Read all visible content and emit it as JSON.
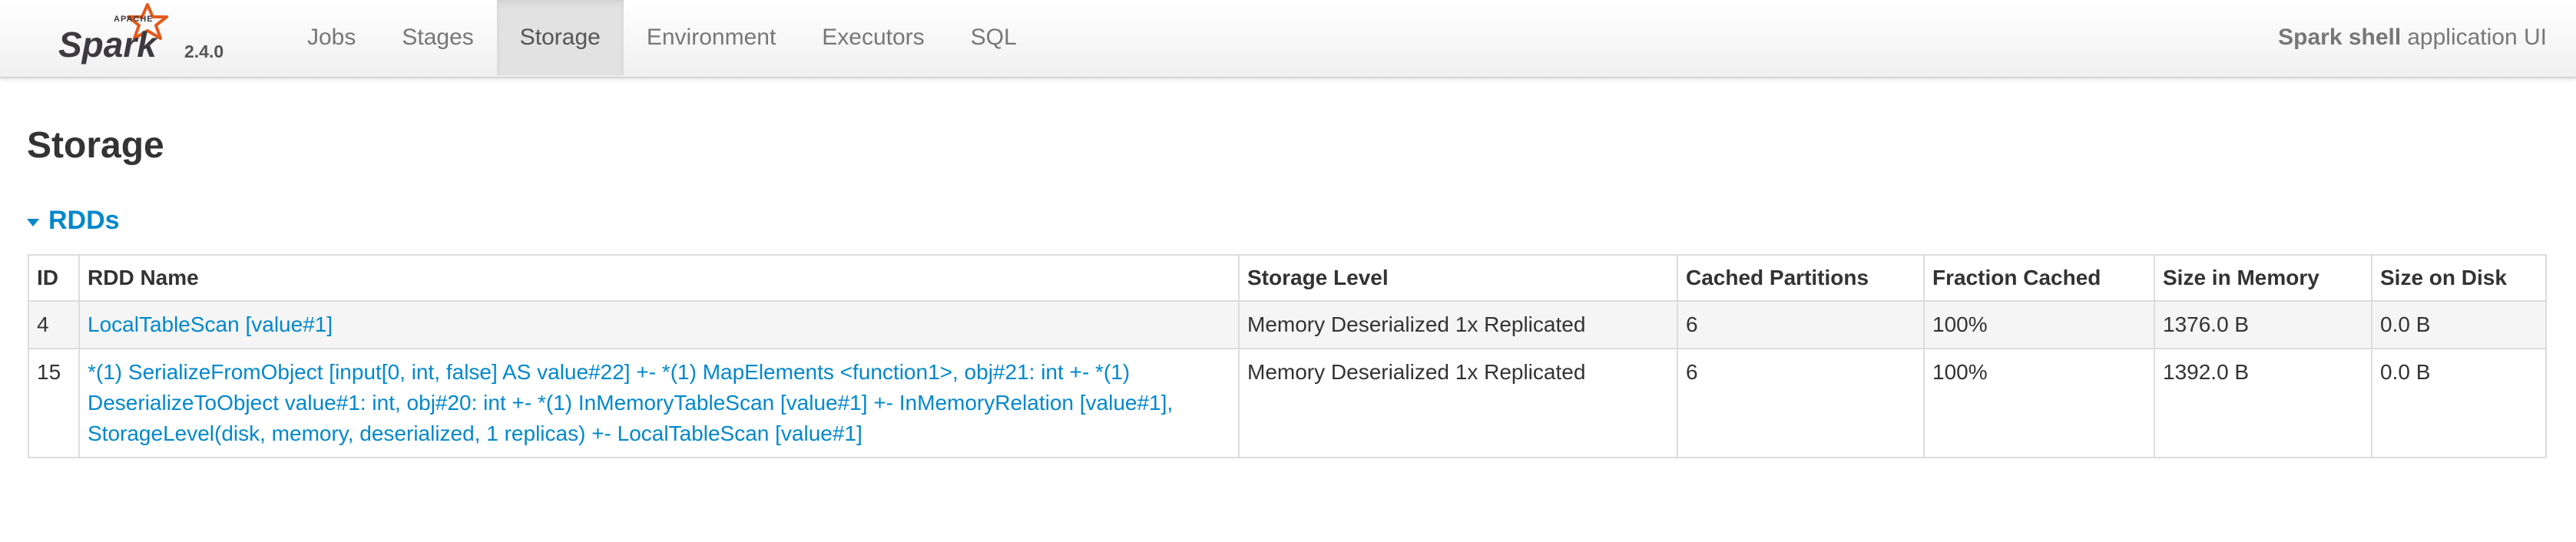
{
  "brand": {
    "logo_text": "Spark",
    "logo_subtext": "APACHE",
    "version": "2.4.0"
  },
  "nav": {
    "items": [
      {
        "label": "Jobs",
        "active": false
      },
      {
        "label": "Stages",
        "active": false
      },
      {
        "label": "Storage",
        "active": true
      },
      {
        "label": "Environment",
        "active": false
      },
      {
        "label": "Executors",
        "active": false
      },
      {
        "label": "SQL",
        "active": false
      }
    ]
  },
  "app": {
    "name": "Spark shell",
    "suffix": "application UI"
  },
  "page": {
    "title": "Storage",
    "section_label": "RDDs"
  },
  "table": {
    "headers": [
      "ID",
      "RDD Name",
      "Storage Level",
      "Cached Partitions",
      "Fraction Cached",
      "Size in Memory",
      "Size on Disk"
    ],
    "rows": [
      {
        "id": "4",
        "name": "LocalTableScan [value#1]",
        "storage_level": "Memory Deserialized 1x Replicated",
        "cached_partitions": "6",
        "fraction_cached": "100%",
        "size_in_memory": "1376.0 B",
        "size_on_disk": "0.0 B"
      },
      {
        "id": "15",
        "name": "*(1) SerializeFromObject [input[0, int, false] AS value#22] +- *(1) MapElements <function1>, obj#21: int +- *(1) DeserializeToObject value#1: int, obj#20: int +- *(1) InMemoryTableScan [value#1] +- InMemoryRelation [value#1], StorageLevel(disk, memory, deserialized, 1 replicas) +- LocalTableScan [value#1]",
        "storage_level": "Memory Deserialized 1x Replicated",
        "cached_partitions": "6",
        "fraction_cached": "100%",
        "size_in_memory": "1392.0 B",
        "size_on_disk": "0.0 B"
      }
    ]
  },
  "colors": {
    "link": "#0088cc",
    "logo_star": "#e25a1c",
    "logo_text": "#3c3a3e"
  }
}
